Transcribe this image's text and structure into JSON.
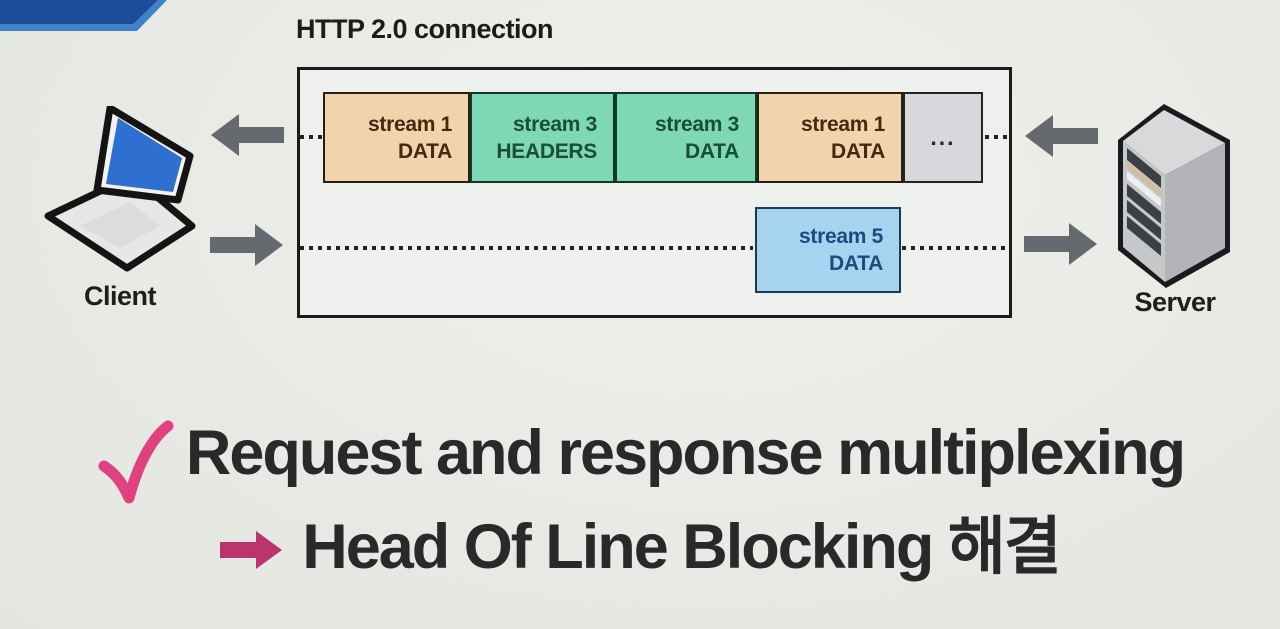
{
  "slide": {
    "bullet1": {
      "marker": "checkmark",
      "marker_color": "#e0417f",
      "text": "Request and response multiplexing"
    },
    "bullet2": {
      "marker": "arrow-right",
      "marker_color": "#bb3470",
      "text": "Head Of Line Blocking 해결"
    },
    "corner_ribbon_colors": {
      "dark_blue": "#1b4d9a",
      "light_blue": "#3f82c8"
    }
  },
  "diagram": {
    "title": "HTTP 2.0 connection",
    "client_label": "Client",
    "server_label": "Server",
    "arrow_color": "#66696e",
    "row1_frames": [
      {
        "stream": "stream 1",
        "type": "DATA",
        "fill": "#f1d4ad"
      },
      {
        "stream": "stream 3",
        "type": "HEADERS",
        "fill": "#7ed7b5"
      },
      {
        "stream": "stream 3",
        "type": "DATA",
        "fill": "#7ed7b5"
      },
      {
        "stream": "stream 1",
        "type": "DATA",
        "fill": "#f1d4ad"
      },
      {
        "stream": "...",
        "type": "",
        "fill": "#d7d8dc"
      }
    ],
    "row2_frames": [
      {
        "stream": "stream 5",
        "type": "DATA",
        "fill": "#a6d4ee"
      }
    ]
  }
}
